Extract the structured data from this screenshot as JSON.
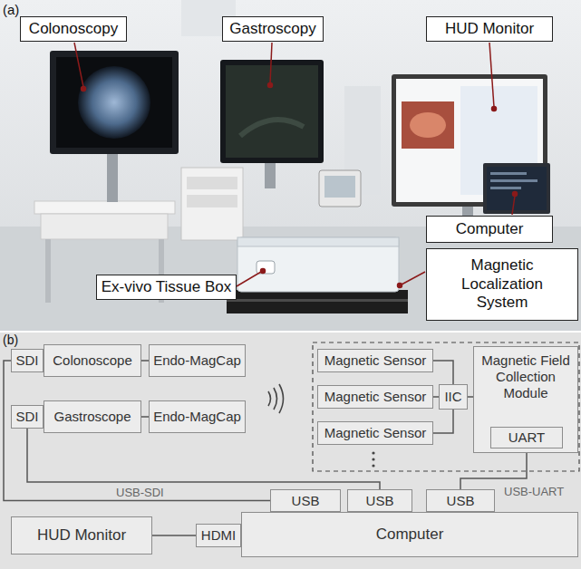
{
  "diagram": {
    "nodes": [
      {
        "text": [
          "Colonoscopy"
        ]
      },
      {
        "text": [
          "Gastroscopy"
        ]
      },
      {
        "text": [
          "HUD Monitor"
        ]
      },
      {
        "text": [
          "Computer"
        ]
      },
      {
        "text": [
          "Magnetic Localization System"
        ]
      },
      {
        "text": [
          "Ex-vivo Tissue Box"
        ]
      },
      {
        "text": [
          "SDI"
        ]
      },
      {
        "text": [
          "Colonoscope"
        ]
      },
      {
        "text": [
          "Endo-MagCap"
        ]
      },
      {
        "text": [
          "SDI"
        ]
      },
      {
        "text": [
          "Gastroscope"
        ]
      },
      {
        "text": [
          "Endo-MagCap"
        ]
      },
      {
        "text": [
          "Magnetic Sensor"
        ]
      },
      {
        "text": [
          "Magnetic Sensor"
        ]
      },
      {
        "text": [
          "Magnetic Sensor"
        ]
      },
      {
        "text": [
          "IIC"
        ]
      },
      {
        "text": [
          "Magnetic Field Collection Module"
        ]
      },
      {
        "text": [
          "UART"
        ],
        "in": 16
      },
      {
        "text": [
          "USB"
        ]
      },
      {
        "text": [
          "USB"
        ]
      },
      {
        "text": [
          "USB"
        ]
      },
      {
        "text": [
          "HUD Monitor"
        ]
      },
      {
        "text": [
          "HDMI"
        ]
      },
      {
        "text": [
          "Computer"
        ]
      }
    ],
    "edges": [
      {
        "from": 7,
        "to": 8,
        "arrow": "none"
      },
      {
        "from": 10,
        "to": 11,
        "arrow": "none"
      },
      {
        "from": 12,
        "to": 15,
        "arrow": "none"
      },
      {
        "from": 13,
        "to": 15,
        "arrow": "none"
      },
      {
        "from": 14,
        "to": 15,
        "arrow": "none"
      },
      {
        "from": 15,
        "to": 16,
        "arrow": "none"
      },
      {
        "from": 6,
        "to": 18,
        "arrow": "none"
      },
      {
        "from": 9,
        "to": 19,
        "arrow": "none"
      },
      {
        "from": 17,
        "to": 20,
        "arrow": "none"
      },
      {
        "from": 21,
        "to": 22,
        "arrow": "none"
      }
    ],
    "labels": [
      "(a)",
      "(b)",
      "USB-SDI",
      "USB-UART"
    ]
  }
}
